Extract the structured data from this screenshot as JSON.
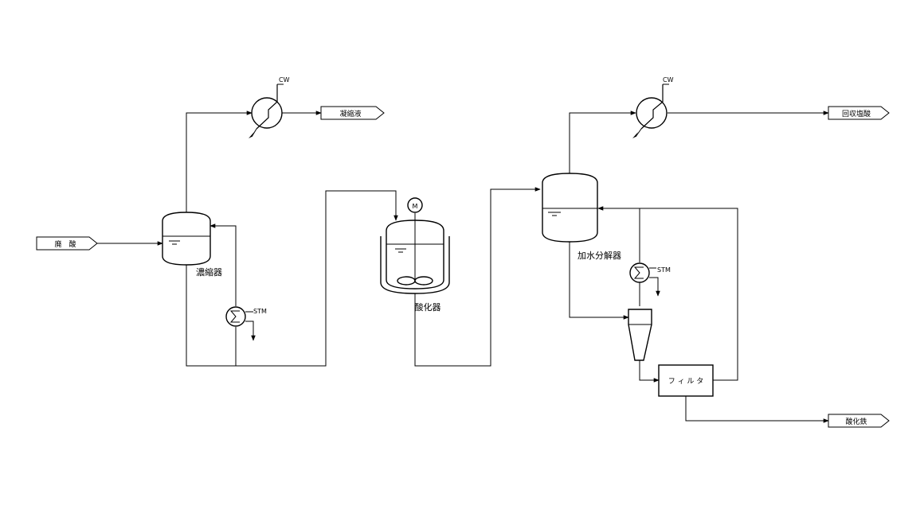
{
  "streams": {
    "waste_acid": "廃　酸",
    "condensate": "凝縮液",
    "recovered_hcl": "回収塩酸",
    "iron_oxide": "酸化鉄"
  },
  "equipment": {
    "concentrator": "濃縮器",
    "oxidizer": "酸化器",
    "hydrolyzer": "加水分解器",
    "filter": "フ ィ ル タ",
    "motor": "M"
  },
  "utilities": {
    "cooling_water_1": "CW",
    "cooling_water_2": "CW",
    "steam_1": "STM",
    "steam_2": "STM"
  }
}
